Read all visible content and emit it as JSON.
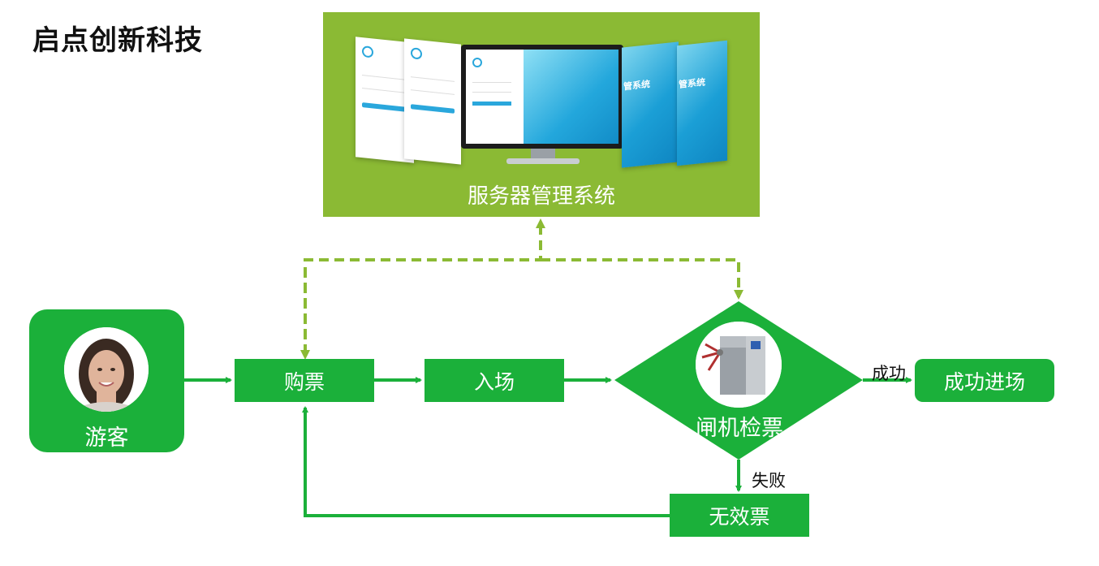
{
  "company": "启点创新科技",
  "server": {
    "label": "服务器管理系统",
    "screen_card_text": "管系统"
  },
  "nodes": {
    "visitor": "游客",
    "buy": "购票",
    "enter": "入场",
    "gate": "闸机检票",
    "success_entry": "成功进场",
    "invalid": "无效票"
  },
  "edges": {
    "success": "成功",
    "fail": "失败"
  },
  "colors": {
    "node_green": "#1bb03a",
    "panel_green": "#8bba34",
    "dashed_green": "#8bba34"
  }
}
